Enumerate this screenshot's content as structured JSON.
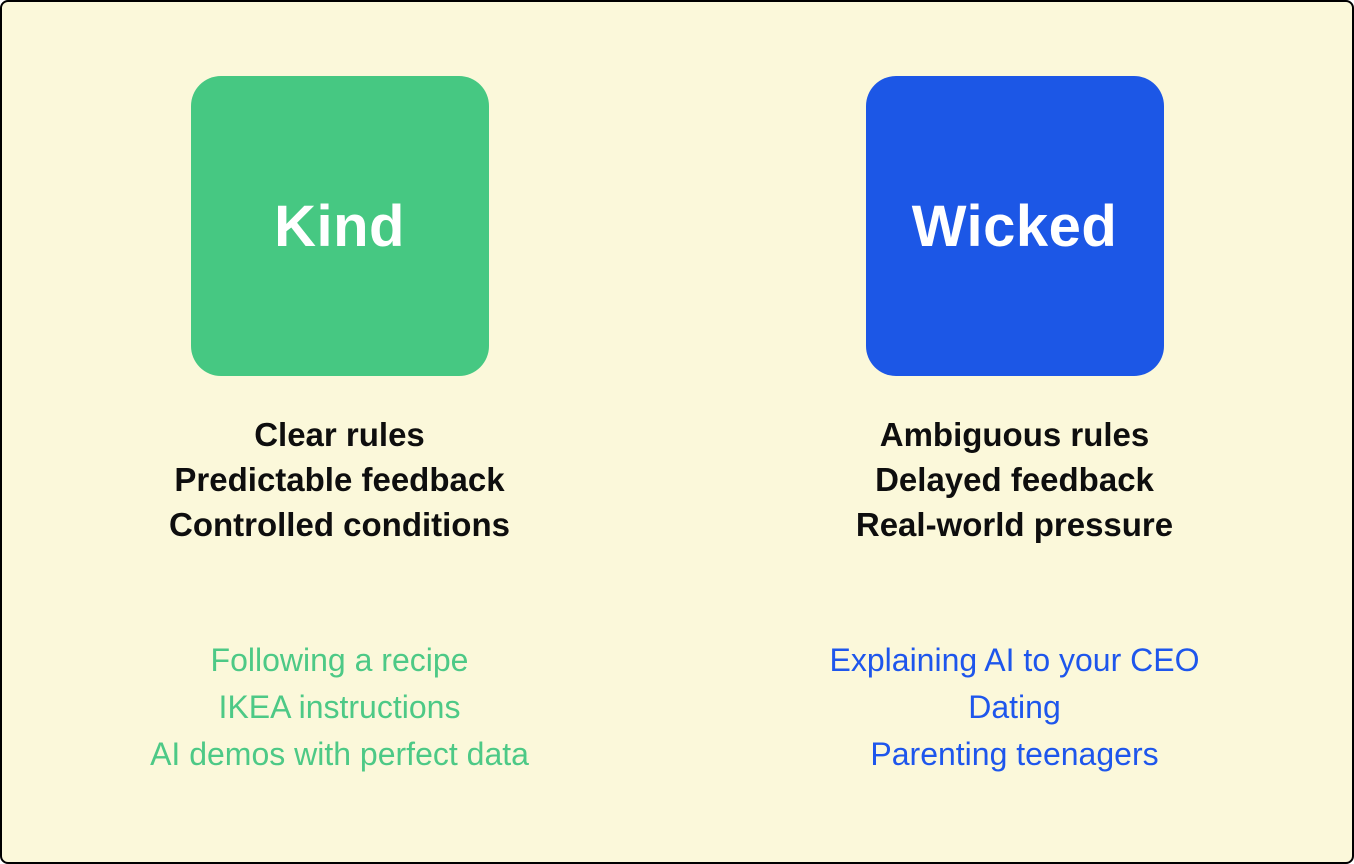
{
  "page": {
    "background_color": "#FBF8DA",
    "frame_border_color": "#000000"
  },
  "columns": [
    {
      "id": "kind",
      "card": {
        "label": "Kind",
        "color": "#46C882",
        "text_color": "#FFFFFF"
      },
      "traits": [
        "Clear rules",
        "Predictable feedback",
        "Controlled conditions"
      ],
      "examples": [
        "Following a recipe",
        "IKEA instructions",
        "AI demos with perfect data"
      ],
      "examples_color": "#4DC986"
    },
    {
      "id": "wicked",
      "card": {
        "label": "Wicked",
        "color": "#1C57E6",
        "text_color": "#FFFFFF"
      },
      "traits": [
        "Ambiguous rules",
        "Delayed feedback",
        "Real-world pressure"
      ],
      "examples": [
        "Explaining AI to your CEO",
        "Dating",
        "Parenting teenagers"
      ],
      "examples_color": "#1E56EC"
    }
  ]
}
